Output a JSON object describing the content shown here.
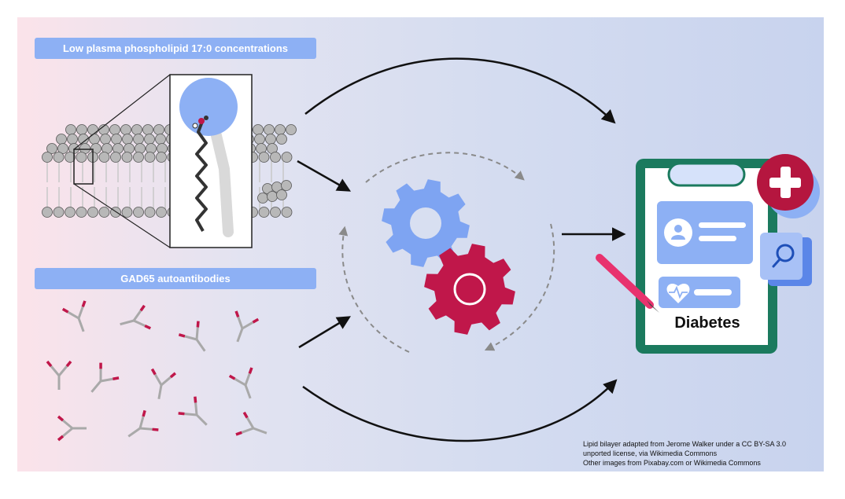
{
  "labels": {
    "lipid_title": "Low plasma phospholipid 17:0 concentrations",
    "antibody_title": "GAD65 autoantibodies",
    "outcome": "Diabetes"
  },
  "credit": {
    "line1": "Lipid bilayer adapted from Jerome Walker under a CC BY-SA 3.0",
    "line2": "unported license, via Wikimedia Commons",
    "line3": "Other images from Pixabay.com or Wikimedia Commons"
  },
  "colors": {
    "accent_blue": "#8db0f4",
    "gear_red": "#c0174a",
    "clipboard_green": "#1b7a5e",
    "antibody_gray": "#a9a9a9",
    "antibody_tip": "#c0174a"
  },
  "icons": [
    "gear-icon",
    "clipboard-icon",
    "medical-cross-icon",
    "magnifier-icon",
    "pen-icon",
    "user-icon",
    "heartbeat-icon",
    "antibody-icon",
    "lipid-bilayer-icon"
  ]
}
